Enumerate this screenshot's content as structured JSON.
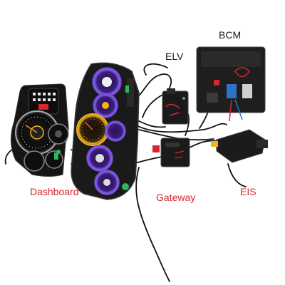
{
  "labels": {
    "bcm": "BCM",
    "elv": "ELV",
    "dashboard": "Dashboard",
    "gateway": "Gateway",
    "eis": "EIS"
  },
  "colors": {
    "label_dark": "#1a1a1a",
    "label_red": "#d8262c",
    "background": "#ffffff",
    "gauge_purple": "#7b4fd0",
    "gauge_amber": "#f2b41e",
    "wire": "#111111"
  }
}
